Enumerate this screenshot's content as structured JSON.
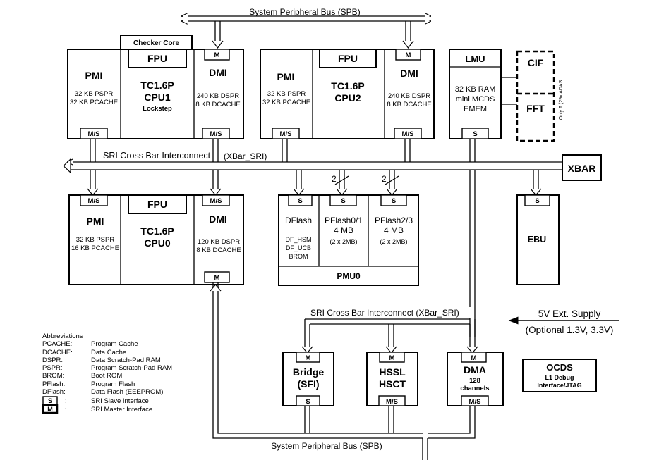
{
  "buses": {
    "spb_top": "System Peripheral Bus (SPB)",
    "sri_top": "SRI Cross Bar Interconnect",
    "sri_top_paren": "(XBar_SRI)",
    "sri_lower": "SRI Cross Bar Interconnect (XBar_SRI)",
    "spb_bottom": "System Peripheral Bus (SPB)",
    "xbar": "XBAR"
  },
  "cpu1": {
    "checker": "Checker Core",
    "pmi": "PMI",
    "pmi_l1": "32 KB PSPR",
    "pmi_l2": "32 KB PCACHE",
    "fpu": "FPU",
    "core_l1": "TC1.6P",
    "core_l2": "CPU1",
    "core_l3": "Lockstep",
    "dmi": "DMI",
    "dmi_l1": "240 KB DSPR",
    "dmi_l2": "8 KB DCACHE",
    "port_m": "M",
    "port_ms_pmi": "M/S",
    "port_ms_dmi": "M/S"
  },
  "cpu2": {
    "pmi": "PMI",
    "pmi_l1": "32 KB PSPR",
    "pmi_l2": "32 KB PCACHE",
    "fpu": "FPU",
    "core_l1": "TC1.6P",
    "core_l2": "CPU2",
    "dmi": "DMI",
    "dmi_l1": "240 KB DSPR",
    "dmi_l2": "8 KB DCACHE",
    "port_m": "M",
    "port_ms_pmi": "M/S",
    "port_ms_dmi": "M/S"
  },
  "cpu0": {
    "pmi": "PMI",
    "pmi_l1": "32 KB PSPR",
    "pmi_l2": "16 KB PCACHE",
    "fpu": "FPU",
    "core_l1": "TC1.6P",
    "core_l2": "CPU0",
    "dmi": "DMI",
    "dmi_l1": "120 KB DSPR",
    "dmi_l2": "8 KB DCACHE",
    "port_ms_pmi": "M/S",
    "port_ms_dmi": "M/S",
    "port_m": "M"
  },
  "lmu": {
    "title": "LMU",
    "l1": "32 KB RAM",
    "l2": "mini MCDS",
    "l3": "EMEM",
    "port": "S"
  },
  "cif": {
    "cif": "CIF",
    "fft": "FFT",
    "note": "Only T (29x ADAS"
  },
  "pmu": {
    "dflash": "DFlash",
    "dflash_l1": "DF_HSM",
    "dflash_l2": "DF_UCB",
    "dflash_l3": "BROM",
    "pf01": "PFlash0/1",
    "pf01_size": "4 MB",
    "pf01_note": "(2 x 2MB)",
    "pf23": "PFlash2/3",
    "pf23_size": "4 MB",
    "pf23_note": "(2 x 2MB)",
    "label": "PMU0",
    "port": "S",
    "bus_width": "2"
  },
  "ebu": {
    "title": "EBU",
    "port": "S"
  },
  "supply": {
    "l1": "5V Ext. Supply",
    "l2": "(Optional 1.3V, 3.3V)"
  },
  "bridge": {
    "l1": "Bridge",
    "l2": "(SFI)",
    "port_m": "M",
    "port_s": "S"
  },
  "hssl": {
    "l1": "HSSL",
    "l2": "HSCT",
    "port_m": "M",
    "port_ms": "M/S"
  },
  "dma": {
    "l1": "DMA",
    "l2": "128",
    "l3": "channels",
    "port_m": "M",
    "port_ms": "M/S"
  },
  "ocds": {
    "l1": "OCDS",
    "l2": "L1 Debug",
    "l3": "Interface/JTAG"
  },
  "abbr": {
    "title": "Abbreviations",
    "items": [
      {
        "k": "PCACHE:",
        "v": "Program Cache"
      },
      {
        "k": "DCACHE:",
        "v": "Data Cache"
      },
      {
        "k": "DSPR:",
        "v": "Data Scratch-Pad RAM"
      },
      {
        "k": "PSPR:",
        "v": "Program Scratch-Pad RAM"
      },
      {
        "k": "BROM:",
        "v": "Boot ROM"
      },
      {
        "k": "PFlash:",
        "v": "Program Flash"
      },
      {
        "k": "DFlash:",
        "v": "Data Flash (EEEPROM)"
      }
    ],
    "s_key": "S",
    "s_sep": ":",
    "s_desc": "SRI Slave Interface",
    "m_key": "M",
    "m_sep": ":",
    "m_desc": "SRI Master Interface"
  }
}
